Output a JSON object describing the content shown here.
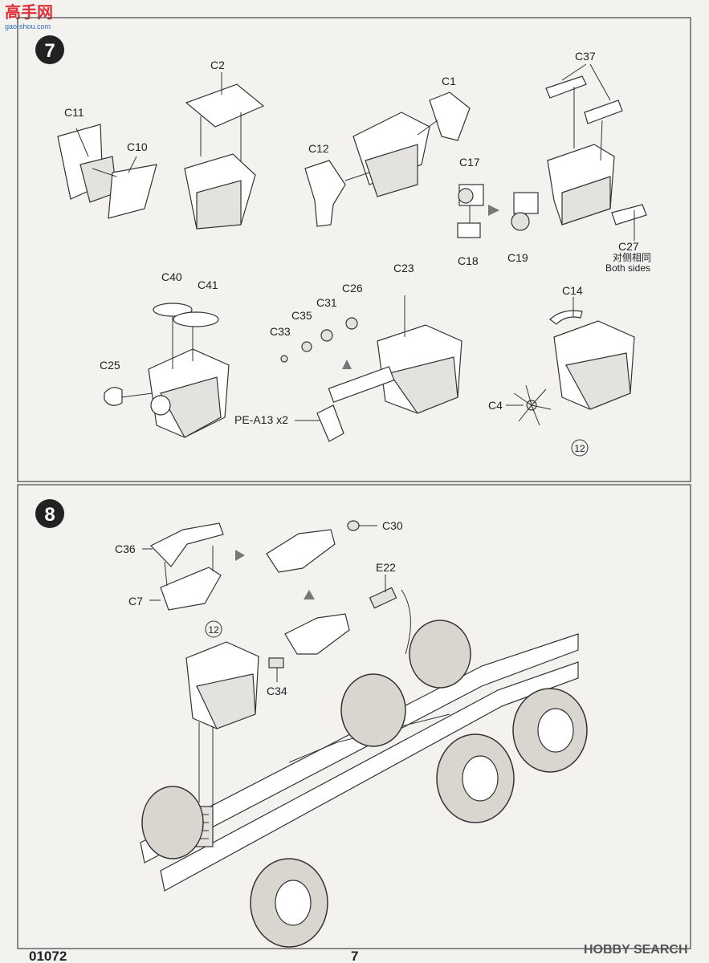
{
  "watermark": {
    "logo_text": "高手网",
    "url": "gao-shou.com"
  },
  "step7": {
    "number": "7",
    "labels": {
      "c11": "C11",
      "c10": "C10",
      "c2": "C2",
      "c1": "C1",
      "c12": "C12",
      "c17": "C17",
      "c18": "C18",
      "c19": "C19",
      "c37": "C37",
      "c27": "C27",
      "c27_note_cn": "对侧相同",
      "c27_note_en": "Both sides",
      "c40": "C40",
      "c41": "C41",
      "c25": "C25",
      "c23": "C23",
      "c26": "C26",
      "c31": "C31",
      "c35": "C35",
      "c33": "C33",
      "pe_a13": "PE-A13 x2",
      "c14": "C14",
      "c4": "C4",
      "ref12": "12"
    }
  },
  "step8": {
    "number": "8",
    "labels": {
      "c30": "C30",
      "c36": "C36",
      "c7": "C7",
      "e22": "E22",
      "ref12": "12",
      "c34": "C34"
    }
  },
  "footer": {
    "code": "01072",
    "page": "7",
    "hs_logo": "HOBBY SEARCH"
  },
  "colors": {
    "step_badge": "#222222",
    "paper": "#f4f2ee"
  }
}
